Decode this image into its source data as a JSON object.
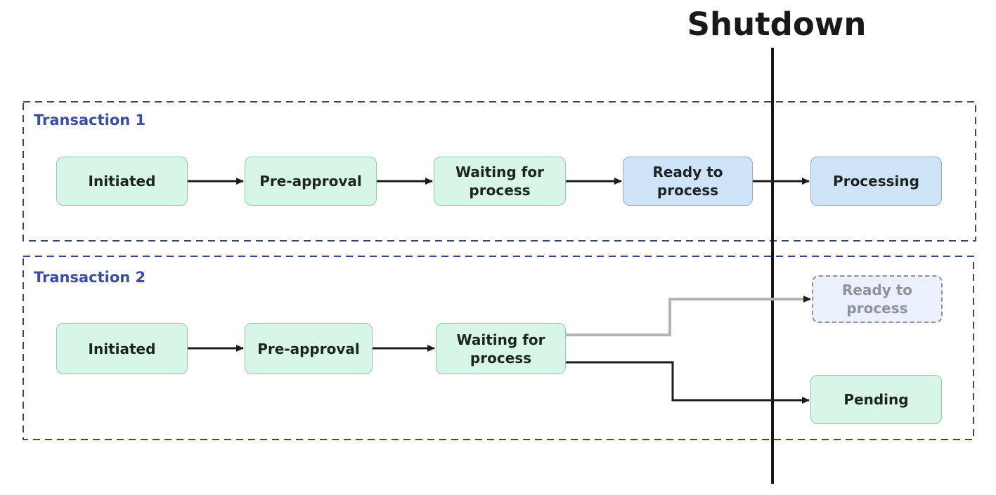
{
  "title": "Shutdown",
  "transactions": [
    {
      "label": "Transaction 1",
      "nodes": [
        {
          "label": "Initiated",
          "style": "green"
        },
        {
          "label": "Pre-approval",
          "style": "green"
        },
        {
          "label": "Waiting for\nprocess",
          "style": "green"
        },
        {
          "label": "Ready to\nprocess",
          "style": "blue"
        },
        {
          "label": "Processing",
          "style": "blue"
        }
      ]
    },
    {
      "label": "Transaction 2",
      "nodes": [
        {
          "label": "Initiated",
          "style": "green"
        },
        {
          "label": "Pre-approval",
          "style": "green"
        },
        {
          "label": "Waiting for\nprocess",
          "style": "green"
        },
        {
          "label": "Ready to\nprocess",
          "style": "ghost"
        },
        {
          "label": "Pending",
          "style": "green"
        }
      ]
    }
  ],
  "colors": {
    "green_fill": "#d7f6e5",
    "green_border": "#99c7ad",
    "blue_fill": "#cfe4f8",
    "blue_border": "#96aac6",
    "ghost_fill": "#eaf0fc",
    "ghost_border": "#8d9298",
    "ghost_text": "#8f9398",
    "container_border": "#3d4380",
    "container_label": "#3c4da5",
    "edge_dark": "#1c1e1e",
    "edge_gray": "#b3b3b3",
    "shutdown_line": "#161616"
  }
}
